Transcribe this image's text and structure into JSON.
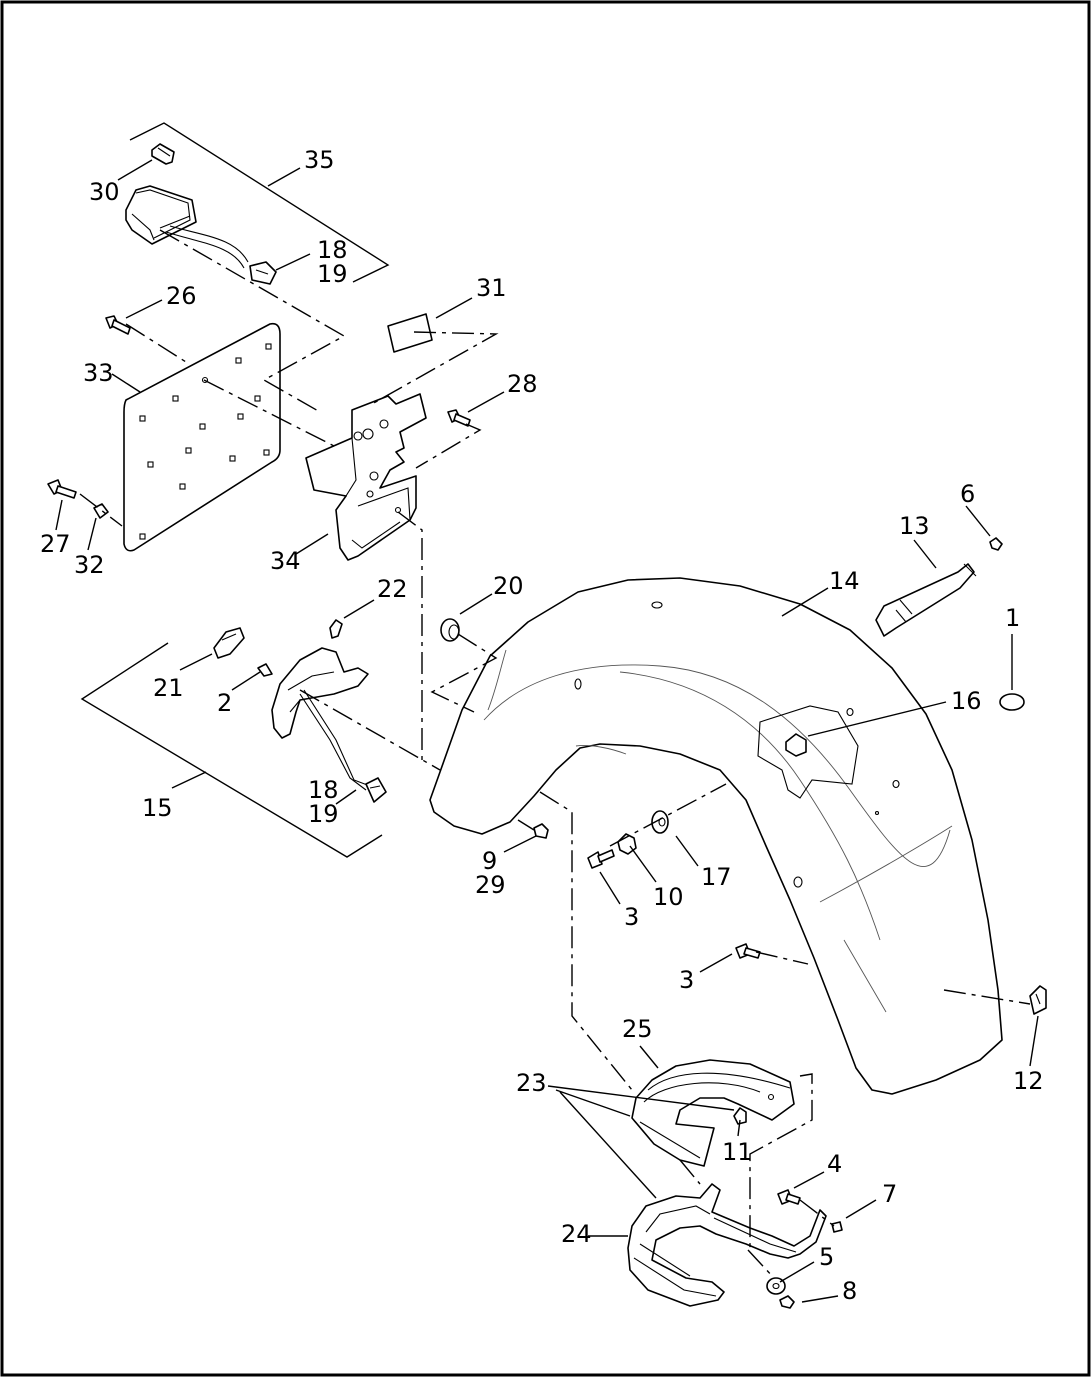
{
  "callouts": [
    {
      "id": "c35",
      "text": "35"
    },
    {
      "id": "c30",
      "text": "30"
    },
    {
      "id": "c18a",
      "text": "18"
    },
    {
      "id": "c19a",
      "text": "19"
    },
    {
      "id": "c26",
      "text": "26"
    },
    {
      "id": "c31",
      "text": "31"
    },
    {
      "id": "c33",
      "text": "33"
    },
    {
      "id": "c28",
      "text": "28"
    },
    {
      "id": "c27",
      "text": "27"
    },
    {
      "id": "c32",
      "text": "32"
    },
    {
      "id": "c34",
      "text": "34"
    },
    {
      "id": "c6",
      "text": "6"
    },
    {
      "id": "c13",
      "text": "13"
    },
    {
      "id": "c14",
      "text": "14"
    },
    {
      "id": "c22",
      "text": "22"
    },
    {
      "id": "c20",
      "text": "20"
    },
    {
      "id": "c1",
      "text": "1"
    },
    {
      "id": "c21",
      "text": "21"
    },
    {
      "id": "c2",
      "text": "2"
    },
    {
      "id": "c16",
      "text": "16"
    },
    {
      "id": "c15",
      "text": "15"
    },
    {
      "id": "c18b",
      "text": "18"
    },
    {
      "id": "c19b",
      "text": "19"
    },
    {
      "id": "c9",
      "text": "9"
    },
    {
      "id": "c29",
      "text": "29"
    },
    {
      "id": "c17",
      "text": "17"
    },
    {
      "id": "c10",
      "text": "10"
    },
    {
      "id": "c3a",
      "text": "3"
    },
    {
      "id": "c3b",
      "text": "3"
    },
    {
      "id": "c25",
      "text": "25"
    },
    {
      "id": "c12",
      "text": "12"
    },
    {
      "id": "c23",
      "text": "23"
    },
    {
      "id": "c11",
      "text": "11"
    },
    {
      "id": "c4",
      "text": "4"
    },
    {
      "id": "c7",
      "text": "7"
    },
    {
      "id": "c24",
      "text": "24"
    },
    {
      "id": "c5",
      "text": "5"
    },
    {
      "id": "c8",
      "text": "8"
    }
  ],
  "colors": {
    "line": "#000000",
    "background": "#ffffff"
  }
}
